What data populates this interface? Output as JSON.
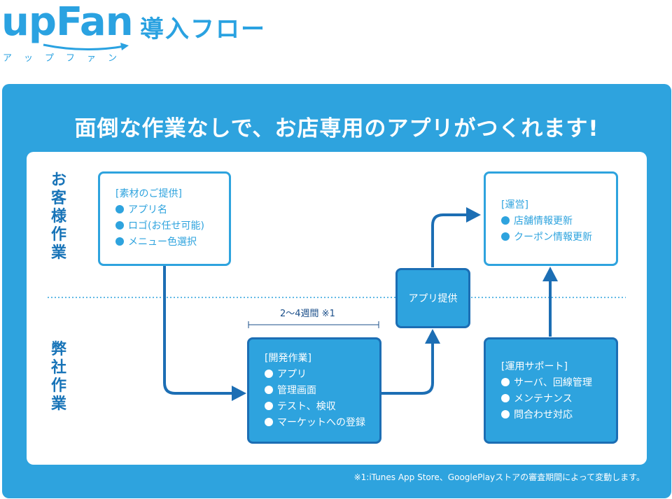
{
  "header": {
    "logo_text": "upFan",
    "logo_kana": "アップファン",
    "title": "導入フロー"
  },
  "panel": {
    "headline": "面倒な作業なしで、お店専用のアプリがつくれます!",
    "footnote": "※1:iTunes App Store、GooglePlayストアの審査期間によって変動します。"
  },
  "lanes": {
    "customer": "お客様作業",
    "company": "弊社作業"
  },
  "boxes": {
    "materials": {
      "title": "[素材のご提供]",
      "items": [
        "アプリ名",
        "ロゴ(お任せ可能)",
        "メニュー色選択"
      ]
    },
    "development": {
      "title": "[開発作業]",
      "items": [
        "アプリ",
        "管理画面",
        "テスト、検収",
        "マーケットへの登録"
      ]
    },
    "delivery": {
      "label": "アプリ提供"
    },
    "operation": {
      "title": "[運営]",
      "items": [
        "店舗情報更新",
        "クーポン情報更新"
      ]
    },
    "support": {
      "title": "[運用サポート]",
      "items": [
        "サーバ、回線管理",
        "メンテナンス",
        "問合わせ対応"
      ]
    }
  },
  "period": {
    "label": "2〜4週間 ※1"
  },
  "colors": {
    "brand_blue": "#2ea3de",
    "dark_blue": "#1c6eb4",
    "lane_text": "#1874b8"
  }
}
